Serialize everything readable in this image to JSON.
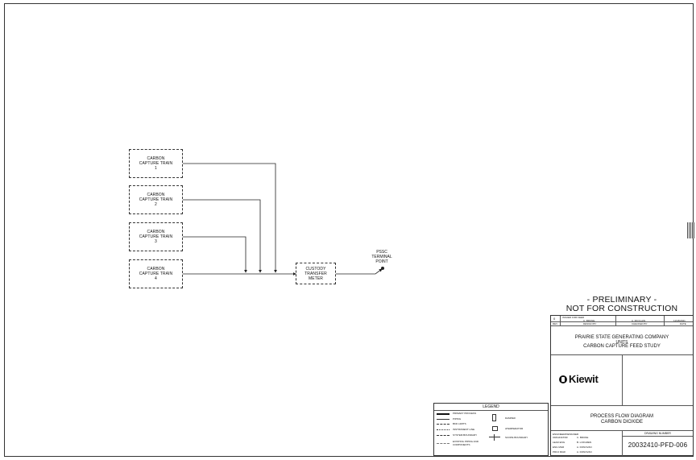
{
  "diagram": {
    "trains": [
      {
        "line1": "CARBON",
        "line2": "CAPTURE TRAIN",
        "line3": "1"
      },
      {
        "line1": "CARBON",
        "line2": "CAPTURE TRAIN",
        "line3": "2"
      },
      {
        "line1": "CARBON",
        "line2": "CAPTURE TRAIN",
        "line3": "3"
      },
      {
        "line1": "CARBON",
        "line2": "CAPTURE TRAIN",
        "line3": "4"
      }
    ],
    "meter": {
      "line1": "CUSTODY",
      "line2": "TRANSFER",
      "line3": "METER"
    },
    "terminal": {
      "line1": "PSSC",
      "line2": "TERMINAL",
      "line3": "POINT"
    }
  },
  "stamp": {
    "line1": "- PRELIMINARY -",
    "line2": "NOT FOR CONSTRUCTION"
  },
  "title_block": {
    "revision": {
      "rev": "0",
      "description": "ISSUED FOR FEED",
      "design_by": "C. BRUNE",
      "checked_by": "A. MCCLAIN",
      "date": "11/18/2021",
      "hdr_rev": "REV",
      "hdr_design": "DESIGN BY",
      "hdr_checked": "CHECKED BY",
      "hdr_date": "DATE"
    },
    "company": "PRAIRIE STATE GENERATING COMPANY",
    "units": "UNITS",
    "study": "CARBON CAPTURE FEED STUDY",
    "logo": "Kiewit",
    "drawing_title1": "PROCESS FLOW DIAGRAM",
    "drawing_title2": "CARBON DIOXIDE",
    "drawing_number_label": "DRAWING NUMBER",
    "drawing_number": "20032410-PFD-006",
    "signoffs": [
      {
        "role": "ENGINEER/DESIGNER",
        "name": ""
      },
      {
        "role": "ORIGINATOR",
        "name": "C. BRUNE"
      },
      {
        "role": "LEAD ENG",
        "name": "B. LOFGREN"
      },
      {
        "role": "ENG MGR",
        "name": "A. DONOVAN"
      },
      {
        "role": "PROJ MGR",
        "name": "A. DONOVAN"
      }
    ]
  },
  "legend": {
    "title": "LEGEND",
    "items_left": [
      "PRIMARY PROCESS",
      "PIPING",
      "BKD LIMITS",
      "INSTRUMENT LINE",
      "SYSTEM BOUNDARY",
      "EXISTING PIPING AND COMPONENTS"
    ],
    "items_right": [
      "DAMPER",
      "ATEMPERATOR",
      "SCOPE BOUNDARY"
    ]
  }
}
